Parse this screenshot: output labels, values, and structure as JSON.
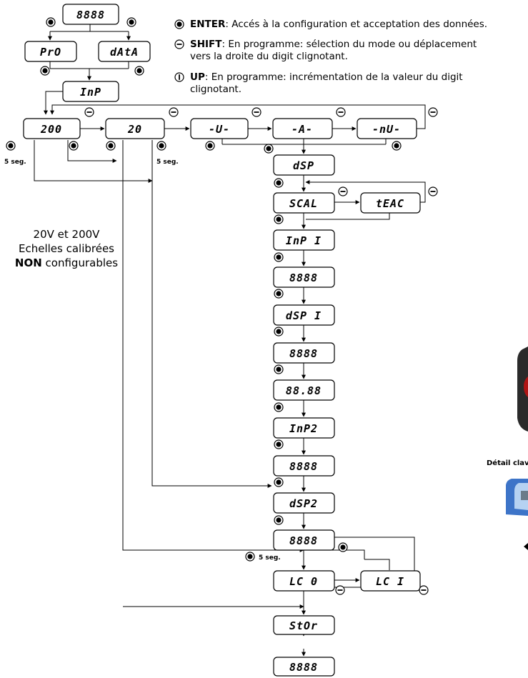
{
  "legend": {
    "enter": {
      "key": "ENTER",
      "text": ": Accés à la configuration et acceptation des données."
    },
    "shift": {
      "key": "SHIFT",
      "text1": ": En programme: sélection du mode ou déplacement",
      "text2": "vers la droite du digit clignotant."
    },
    "up": {
      "key": "UP",
      "text1": ": En programme: incrémentation de la valeur du digit",
      "text2": "clignotant."
    }
  },
  "displays": {
    "top": "8888",
    "pro": "PrO",
    "data": "dAtA",
    "inp": "InP",
    "r200": "200",
    "r20": "20",
    "u": "-U-",
    "a": "-A-",
    "mu": "-nU-",
    "dsp": "dSP",
    "scal": "SCAL",
    "teac": "tEAC",
    "inp1": "InP I",
    "v1": "8888",
    "dsp1": "dSP I",
    "v2": "8888",
    "v3": "88.88",
    "inp2": "InP2",
    "v4": "8888",
    "dsp2": "dSP2",
    "v5": "8888",
    "lc0": "LC  0",
    "lc1": "LC   I",
    "stor": "StOr",
    "end": "8888"
  },
  "labels": {
    "seg1": "5 seg.",
    "seg2": "5 seg.",
    "seg3": "5 seg."
  },
  "note": {
    "line1": "20V et 200V",
    "line2": "Echelles calibrées",
    "line3_bold": "NON",
    "line3_rest": " configurables"
  },
  "partial": {
    "detail": "Détail clav"
  }
}
